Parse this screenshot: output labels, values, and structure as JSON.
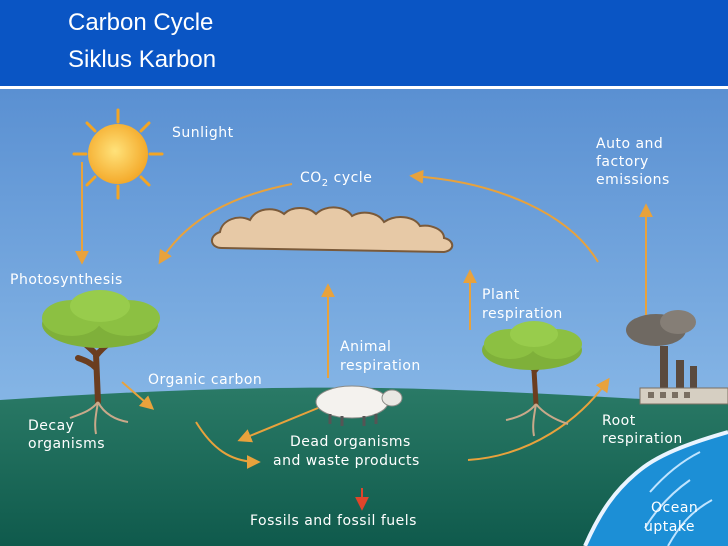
{
  "slide": {
    "title": "Carbon Cycle",
    "subtitle": "Siklus Karbon"
  },
  "diagram": {
    "labels": {
      "sunlight": "Sunlight",
      "co2_prefix": "CO",
      "co2_sub": "2",
      "co2_suffix": " cycle",
      "emissions_1": "Auto  and",
      "emissions_2": "factory",
      "emissions_3": "emissions",
      "photosynthesis": "Photosynthesis",
      "plant_resp_1": "Plant",
      "plant_resp_2": "respiration",
      "animal_resp_1": "Animal",
      "animal_resp_2": "respiration",
      "organic_carbon": "Organic  carbon",
      "decay_1": "Decay",
      "decay_2": "organisms",
      "dead_1": "Dead  organisms",
      "dead_2": "and  waste  products",
      "root_resp_1": "Root",
      "root_resp_2": "respiration",
      "fossils": "Fossils  and  fossil  fuels",
      "ocean_1": "Ocean",
      "ocean_2": "uptake"
    },
    "icons": [
      "sun-icon",
      "cloud-icon",
      "tree-icon",
      "sheep-icon",
      "factory-icon",
      "ocean-icon"
    ],
    "colors": {
      "title_bar": "#0a55c4",
      "sky": "#5f9ad8",
      "ground": "#1d6d5a",
      "arrow": "#e8a23c",
      "arrow_red": "#e0452b",
      "sun": "#f6b733",
      "label": "#ffffff"
    }
  }
}
